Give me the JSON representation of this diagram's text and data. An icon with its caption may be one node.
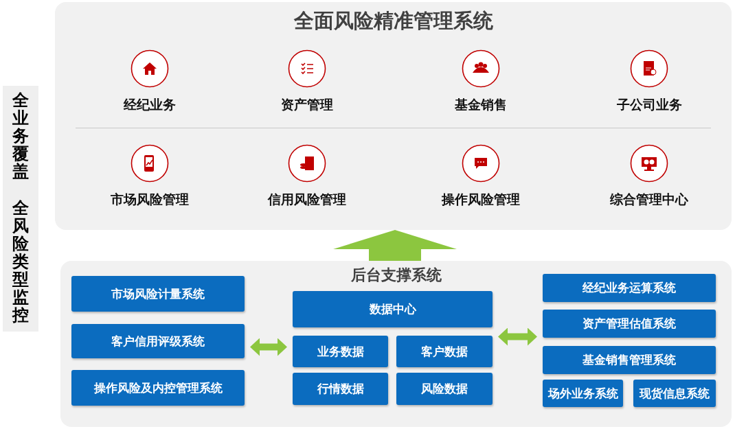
{
  "diagram": {
    "nodes": [
      {
        "text": [
          "全面风险精准管理系统"
        ]
      },
      {
        "text": [
          "经纪业务"
        ],
        "in": 0
      },
      {
        "text": [
          "资产管理"
        ],
        "in": 0
      },
      {
        "text": [
          "基金销售"
        ],
        "in": 0
      },
      {
        "text": [
          "子公司业务"
        ],
        "in": 0
      },
      {
        "text": [
          "市场风险管理"
        ],
        "in": 0
      },
      {
        "text": [
          "信用风险管理"
        ],
        "in": 0
      },
      {
        "text": [
          "操作风险管理"
        ],
        "in": 0
      },
      {
        "text": [
          "综合管理中心"
        ],
        "in": 0
      },
      {
        "text": [
          "后台支撑系统"
        ]
      },
      {
        "text": [
          "市场风险计量系统"
        ],
        "in": 9
      },
      {
        "text": [
          "客户信用评级系统"
        ],
        "in": 9
      },
      {
        "text": [
          "操作风险及内控管理系统"
        ],
        "in": 9
      },
      {
        "text": [
          "数据中心"
        ],
        "in": 9
      },
      {
        "text": [
          "业务数据"
        ],
        "in": 9
      },
      {
        "text": [
          "客户数据"
        ],
        "in": 9
      },
      {
        "text": [
          "行情数据"
        ],
        "in": 9
      },
      {
        "text": [
          "风险数据"
        ],
        "in": 9
      },
      {
        "text": [
          "经纪业务运算系统"
        ],
        "in": 9
      },
      {
        "text": [
          "资产管理估值系统"
        ],
        "in": 9
      },
      {
        "text": [
          "基金销售管理系统"
        ],
        "in": 9
      },
      {
        "text": [
          "场外业务系统"
        ],
        "in": 9
      },
      {
        "text": [
          "现货信息系统"
        ],
        "in": 9
      },
      {
        "text": [
          "全业务覆盖",
          "全风险类型监控"
        ]
      }
    ],
    "edges": [
      {
        "from": 9,
        "to": 0,
        "arrow": "to",
        "style": "thick"
      },
      {
        "from": 11,
        "to": 14,
        "arrow": "both"
      },
      {
        "from": 15,
        "to": 19,
        "arrow": "both"
      }
    ]
  }
}
